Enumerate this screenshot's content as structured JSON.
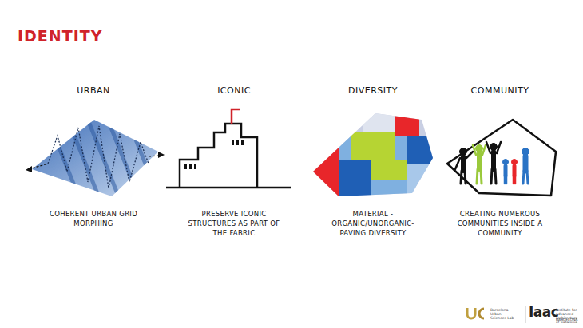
{
  "diagram": {
    "title": "IDENTITY",
    "labels": [
      "URBAN",
      "ICONIC",
      "DIVERSITY",
      "COMMUNITY",
      "COHERENT URBAN GRID MORPHING",
      "PRESERVE ICONIC STRUCTURES AS PART OF THE FABRIC",
      "MATERIAL - ORGANIC/UNORGANIC- PAVING DIVERSITY",
      "CREATING NUMEROUS COMMUNITIES INSIDE A COMMUNITY",
      "Barcelona Urban Sciences Lab",
      "Iaac",
      "institute for advanced architecture of Catalonia",
      "BARCELONA"
    ]
  }
}
